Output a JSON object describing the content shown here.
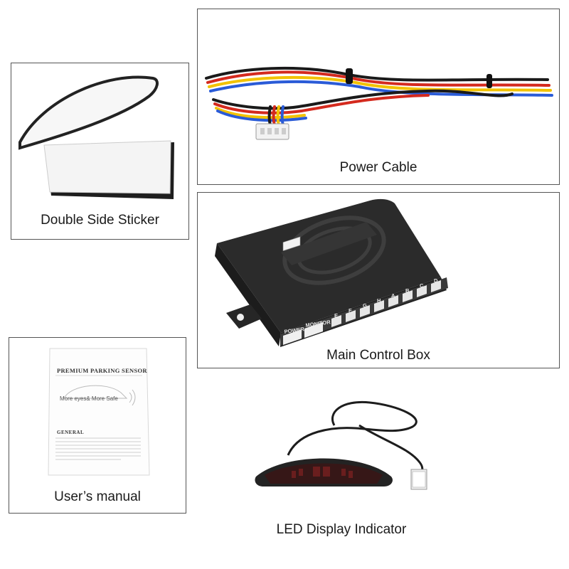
{
  "items": [
    {
      "key": "sticker",
      "label": "Double Side Sticker"
    },
    {
      "key": "cable",
      "label": "Power Cable"
    },
    {
      "key": "control_box",
      "label": "Main Control Box"
    },
    {
      "key": "manual",
      "label": "User’s manual"
    },
    {
      "key": "display",
      "label": "LED Display Indicator"
    }
  ],
  "manual": {
    "title": "PREMIUM PARKING SENSOR",
    "tagline": "More eyes& More Safe",
    "section": "GENERAL"
  },
  "control_box": {
    "power_label": "POWER",
    "monitor_label": "MONITOR",
    "port_letters": [
      "E",
      "F",
      "G",
      "H",
      "A",
      "B",
      "C",
      "D"
    ]
  },
  "colors": {
    "panel_border": "#555555",
    "device_body": "#2b2b2b",
    "wire_red": "#d42a1e",
    "wire_yellow": "#f2c200",
    "wire_blue": "#2a5bd7",
    "wire_black": "#1a1a1a",
    "connector_white": "#f2f2f2"
  }
}
